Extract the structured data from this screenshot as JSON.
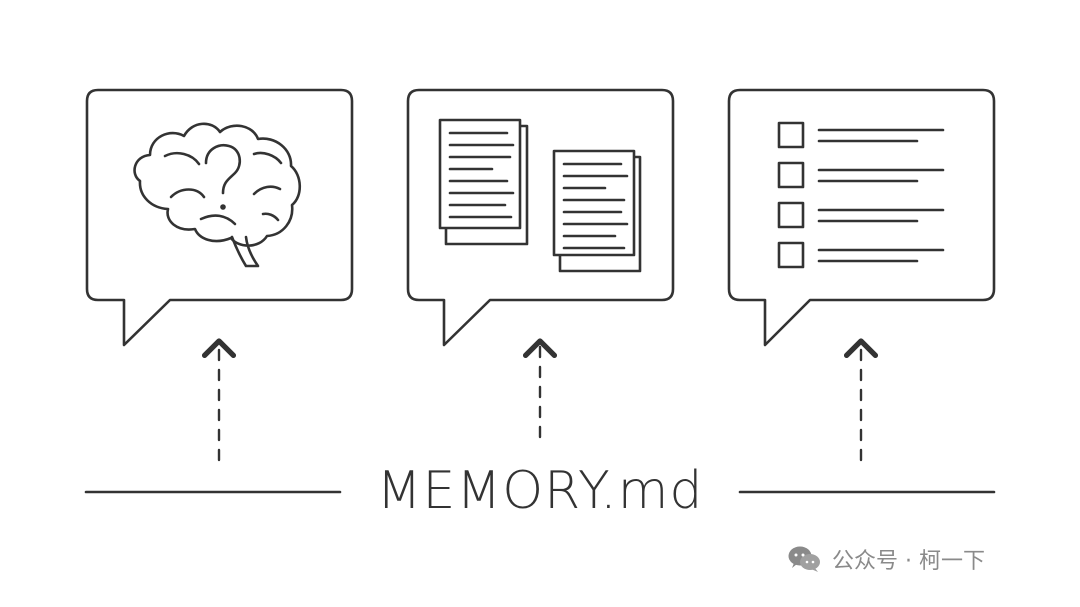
{
  "diagram": {
    "label": "MEMORY.md",
    "cards": [
      {
        "id": "brain",
        "icon": "brain-question-icon"
      },
      {
        "id": "documents",
        "icon": "documents-icon"
      },
      {
        "id": "checklist",
        "icon": "checklist-icon"
      }
    ],
    "colors": {
      "stroke": "#333333",
      "background": "#ffffff",
      "watermark": "#8a8a8a"
    }
  },
  "watermark": {
    "icon": "wechat-icon",
    "text": "公众号 · 柯一下"
  }
}
